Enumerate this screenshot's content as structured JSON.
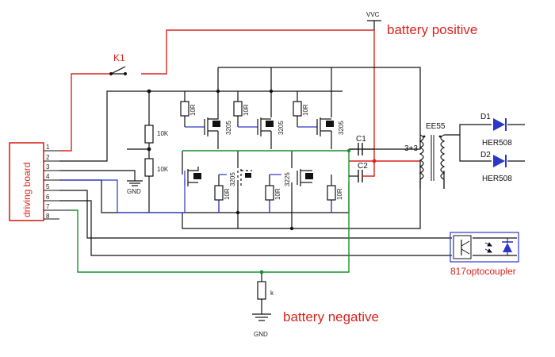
{
  "colors": {
    "red": "#d9251d",
    "blue": "#2b37c9",
    "green": "#17922b",
    "black": "#111111",
    "gray": "#555555"
  },
  "labels": {
    "vcc": "VVC",
    "battery_positive": "battery positive",
    "battery_negative": "battery negative",
    "switch": "K1",
    "driving_board": "driving board",
    "r10k_top": "10K",
    "r10k_bottom": "10K",
    "gnd_left": "GND",
    "gnd_bottom": "GND",
    "c1": "C1",
    "c2": "C2",
    "transformer": "EE55",
    "winding": "3+3",
    "d1": "D1",
    "d2": "D2",
    "diode_part_1": "HER508",
    "diode_part_2": "HER508",
    "optocoupler": "817optocoupler",
    "bottom_resistor": "k",
    "gate_resistor": "10R",
    "mosfet": "3205"
  },
  "connector_pins": [
    "1",
    "2",
    "3",
    "4",
    "5",
    "6",
    "7",
    "8"
  ],
  "top_mosfets": [
    {
      "resistor": "10R",
      "part": "3205"
    },
    {
      "resistor": "10R",
      "part": "3205"
    },
    {
      "resistor": "10R",
      "part": "3205"
    }
  ],
  "bottom_mosfets": [
    {
      "resistor": "10R",
      "part": "3205"
    },
    {
      "resistor": "10R",
      "part": "3225"
    },
    {
      "resistor": "10R",
      "part": ""
    }
  ]
}
